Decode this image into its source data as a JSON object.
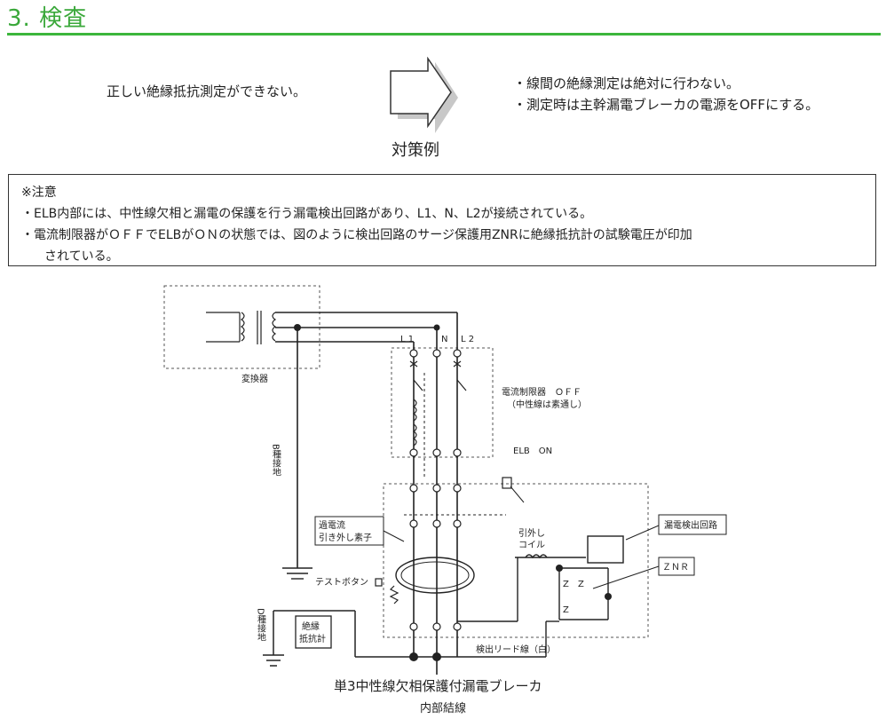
{
  "section": {
    "title": "3. 検査"
  },
  "problem": {
    "text": "正しい絶縁抵抗測定ができない。"
  },
  "arrow_label": "対策例",
  "countermeasures": [
    "・線間の絶縁測定は絶対に行わない。",
    "・測定時は主幹漏電ブレーカの電源をOFFにする。"
  ],
  "note": {
    "heading": "※注意",
    "line1": "・ELB内部には、中性線欠相と漏電の保護を行う漏電検出回路があり、L1、N、L2が接続されている。",
    "line2": "・電流制限器がＯＦＦでELBがＯＮの状態では、図のように検出回路のサージ保護用ZNRに絶縁抵抗計の試験電圧が印加",
    "line3": "されている。"
  },
  "diagram": {
    "transformer": "変換器",
    "terminals": [
      "L 1",
      "N",
      "L 2"
    ],
    "limiter_line1": "電流制限器　ＯＦＦ",
    "limiter_line2": "（中性線は素通し）",
    "elb": "ELB　ON",
    "b_ground": "B種接地",
    "d_ground": "D種接地",
    "overcurrent_line1": "過電流",
    "overcurrent_line2": "引き外し素子",
    "trip_coil_line1": "引外し",
    "trip_coil_line2": "コイル",
    "leak_circuit": "漏電検出回路",
    "znr": "ＺＮＲ",
    "test_button": "テストボタン",
    "meter_line1": "絶縁",
    "meter_line2": "抵抗計",
    "lead_wire": "検出リード線（白）",
    "z_label": "Z"
  },
  "caption": {
    "line1": "単3中性線欠相保護付漏電ブレーカ",
    "line2": "内部結線"
  }
}
